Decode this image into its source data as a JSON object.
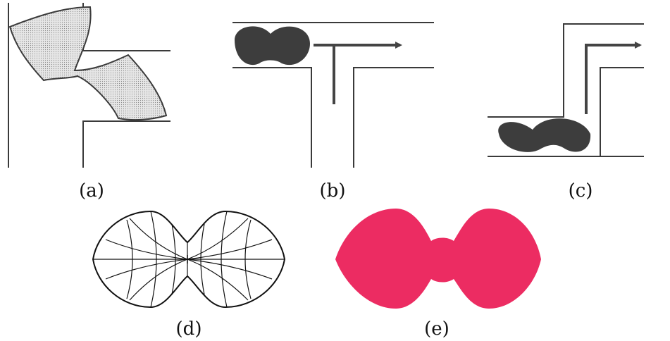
{
  "panels": [
    {
      "id": "a",
      "caption": "(a)"
    },
    {
      "id": "b",
      "caption": "(b)"
    },
    {
      "id": "c",
      "caption": "(c)"
    },
    {
      "id": "d",
      "caption": "(d)"
    },
    {
      "id": "e",
      "caption": "(e)"
    }
  ],
  "colors": {
    "line": "#3a3a3a",
    "shape_dark": "#3d3d3d",
    "shape_light_fill": "#e3e3e3",
    "shape_pink": "#ec2c62",
    "grid_line": "#111111"
  }
}
